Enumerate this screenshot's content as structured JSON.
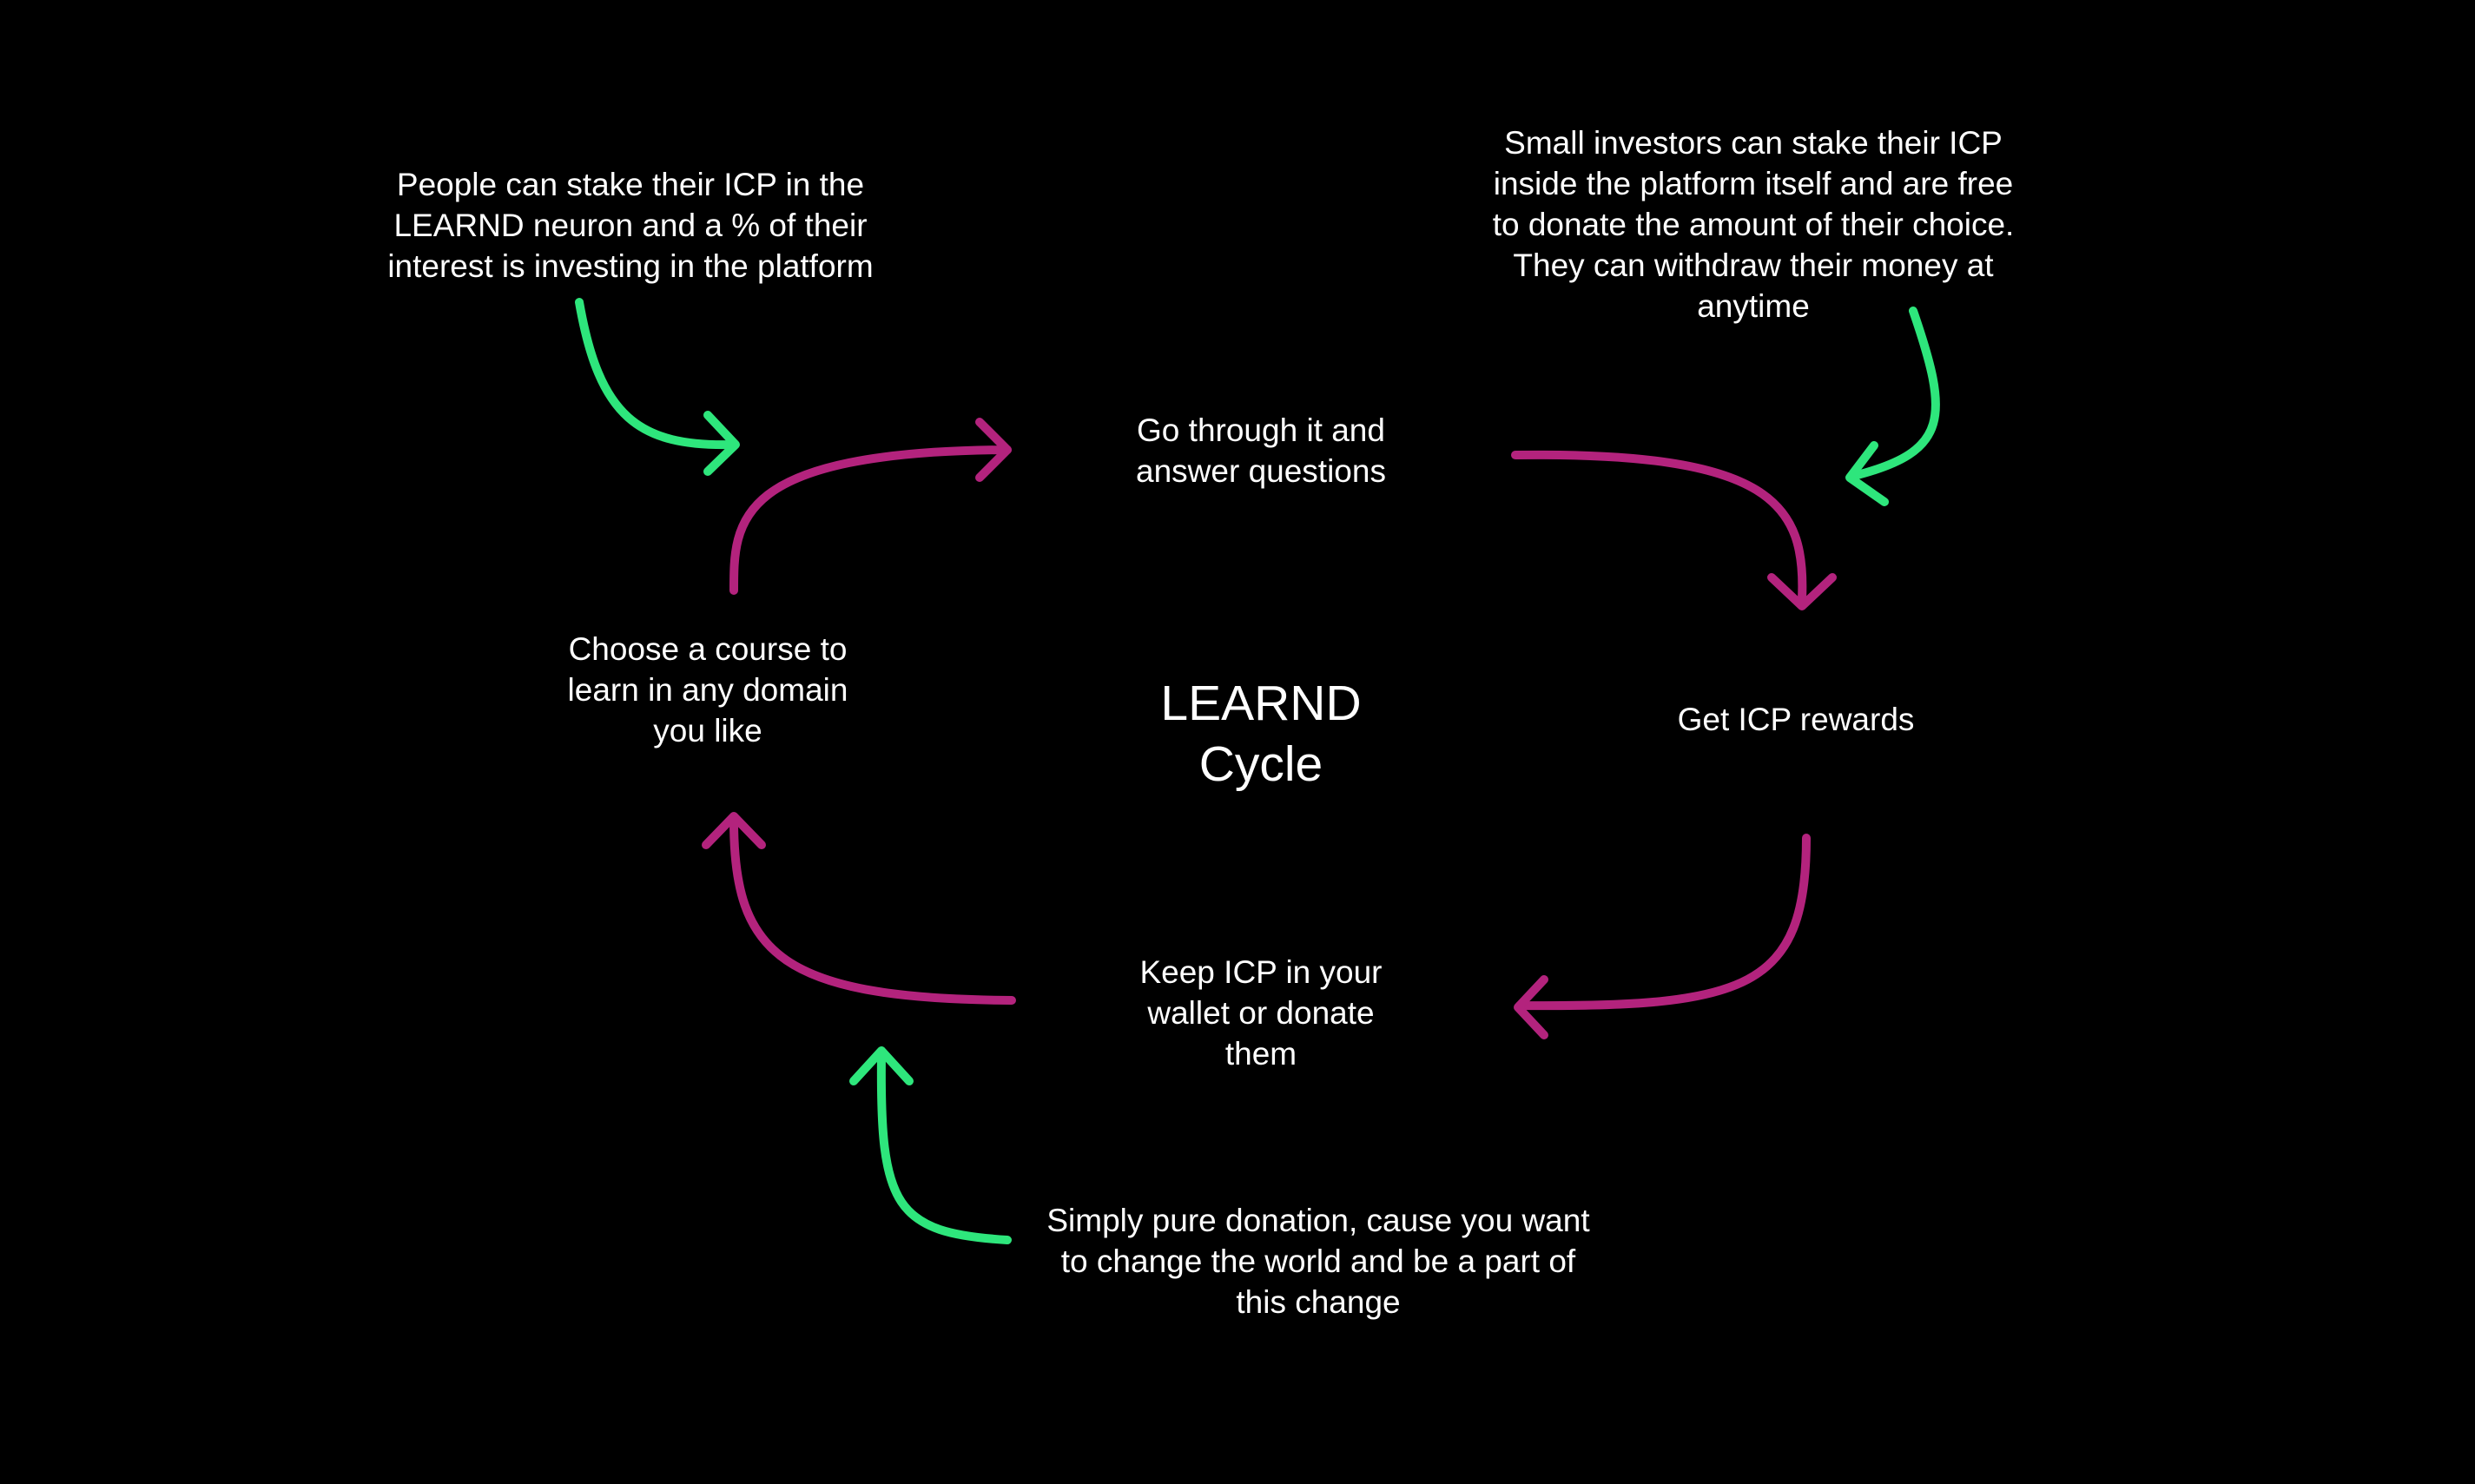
{
  "colors": {
    "background": "#000000",
    "text": "#ffffff",
    "cycle_arrow": "#b3237d",
    "input_arrow": "#2ee67c"
  },
  "center": {
    "title_lines": [
      "LEARND",
      "Cycle"
    ]
  },
  "nodes": {
    "go_through": {
      "lines": [
        "Go through it and",
        "answer questions"
      ]
    },
    "get_rewards": {
      "lines": [
        "Get ICP rewards"
      ]
    },
    "keep_icp": {
      "lines": [
        "Keep ICP in your",
        "wallet or donate",
        "them"
      ]
    },
    "choose_course": {
      "lines": [
        "Choose a course to",
        "learn in any domain",
        "you like"
      ]
    }
  },
  "notes": {
    "stake_neuron": {
      "lines": [
        "People can stake their ICP in the",
        "LEARND neuron and a % of their",
        "interest is investing in the platform"
      ]
    },
    "small_investors": {
      "lines": [
        "Small investors can stake their ICP",
        "inside the platform itself and are free",
        "to donate the amount of their choice.",
        "They can withdraw their money at",
        "anytime"
      ]
    },
    "pure_donation": {
      "lines": [
        "Simply pure donation, cause you want",
        "to change the world and be a part of",
        "this change"
      ]
    }
  }
}
